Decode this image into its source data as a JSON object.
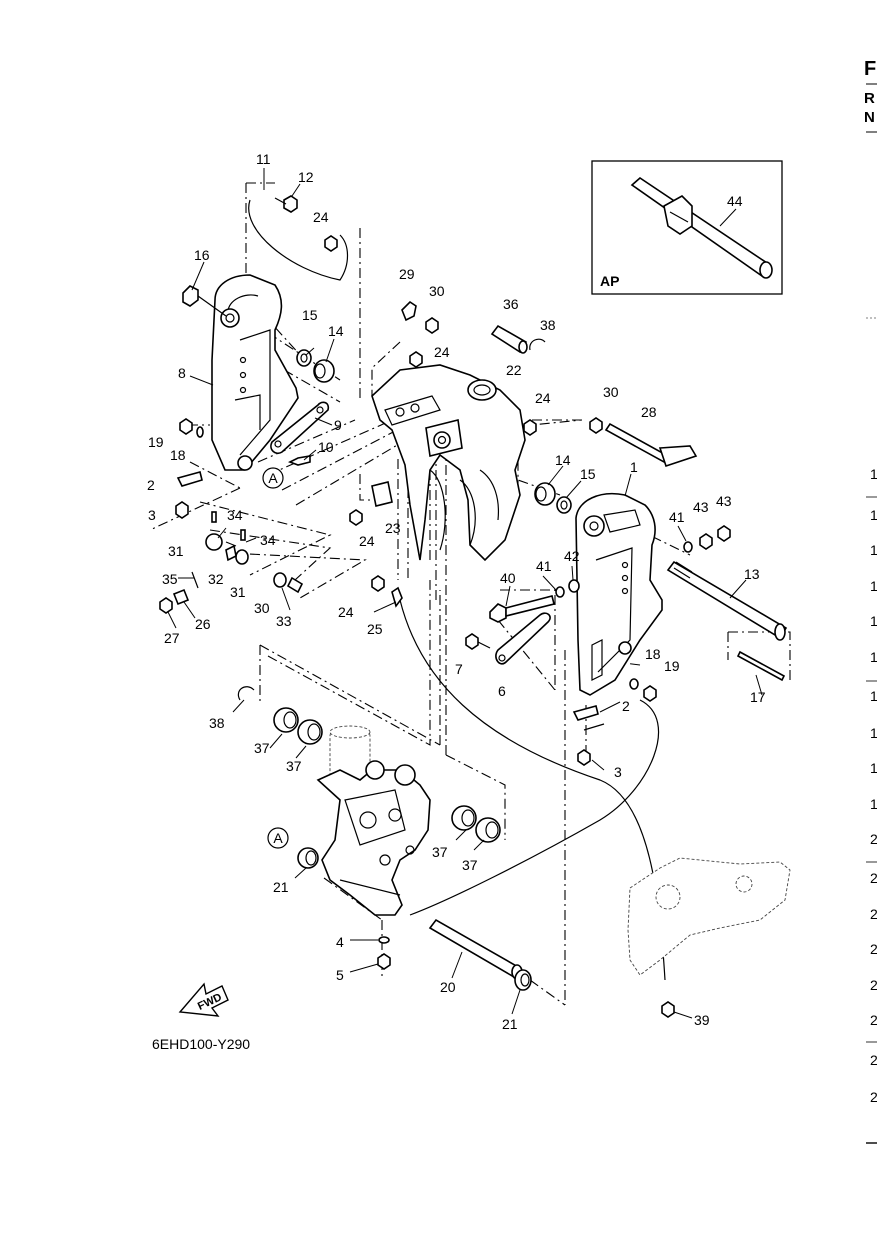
{
  "page": {
    "edge_header": {
      "line1": "F",
      "line2": "R",
      "line3": "N"
    },
    "edge_numbers": [
      "1",
      "1",
      "1",
      "1",
      "1",
      "1",
      "1",
      "1",
      "1",
      "1",
      "2",
      "2",
      "2",
      "2",
      "2",
      "2",
      "2",
      "2"
    ]
  },
  "diagram": {
    "figure_code": "6EHD100-Y290",
    "inset_label": "AP",
    "fwd_label": "FWD",
    "reference_mark": "A",
    "callouts": [
      {
        "id": "c11",
        "label": "11"
      },
      {
        "id": "c12",
        "label": "12"
      },
      {
        "id": "c24a",
        "label": "24"
      },
      {
        "id": "c16",
        "label": "16"
      },
      {
        "id": "c29",
        "label": "29"
      },
      {
        "id": "c30a",
        "label": "30"
      },
      {
        "id": "c36",
        "label": "36"
      },
      {
        "id": "c38a",
        "label": "38"
      },
      {
        "id": "c15a",
        "label": "15"
      },
      {
        "id": "c14a",
        "label": "14"
      },
      {
        "id": "c24b",
        "label": "24"
      },
      {
        "id": "c22",
        "label": "22"
      },
      {
        "id": "c8",
        "label": "8"
      },
      {
        "id": "c24c",
        "label": "24"
      },
      {
        "id": "c30b",
        "label": "30"
      },
      {
        "id": "c28",
        "label": "28"
      },
      {
        "id": "c9",
        "label": "9"
      },
      {
        "id": "c19a",
        "label": "19"
      },
      {
        "id": "c18a",
        "label": "18"
      },
      {
        "id": "c10",
        "label": "10"
      },
      {
        "id": "c1",
        "label": "1"
      },
      {
        "id": "c14b",
        "label": "14"
      },
      {
        "id": "c15b",
        "label": "15"
      },
      {
        "id": "c2a",
        "label": "2"
      },
      {
        "id": "c41a",
        "label": "41"
      },
      {
        "id": "c43a",
        "label": "43"
      },
      {
        "id": "c43b",
        "label": "43"
      },
      {
        "id": "c3a",
        "label": "3"
      },
      {
        "id": "c34a",
        "label": "34"
      },
      {
        "id": "c23",
        "label": "23"
      },
      {
        "id": "c31a",
        "label": "31"
      },
      {
        "id": "c34b",
        "label": "34"
      },
      {
        "id": "c24d",
        "label": "24"
      },
      {
        "id": "c32",
        "label": "32"
      },
      {
        "id": "c13",
        "label": "13"
      },
      {
        "id": "c42",
        "label": "42"
      },
      {
        "id": "c35",
        "label": "35"
      },
      {
        "id": "c31b",
        "label": "31"
      },
      {
        "id": "c41b",
        "label": "41"
      },
      {
        "id": "c40",
        "label": "40"
      },
      {
        "id": "c26",
        "label": "26"
      },
      {
        "id": "c30c",
        "label": "30"
      },
      {
        "id": "c24e",
        "label": "24"
      },
      {
        "id": "c27",
        "label": "27"
      },
      {
        "id": "c33",
        "label": "33"
      },
      {
        "id": "c25",
        "label": "25"
      },
      {
        "id": "c7",
        "label": "7"
      },
      {
        "id": "c18b",
        "label": "18"
      },
      {
        "id": "c19b",
        "label": "19"
      },
      {
        "id": "c6",
        "label": "6"
      },
      {
        "id": "c17",
        "label": "17"
      },
      {
        "id": "c2b",
        "label": "2"
      },
      {
        "id": "c38b",
        "label": "38"
      },
      {
        "id": "c37a",
        "label": "37"
      },
      {
        "id": "c37b",
        "label": "37"
      },
      {
        "id": "c3b",
        "label": "3"
      },
      {
        "id": "c37c",
        "label": "37"
      },
      {
        "id": "c37d",
        "label": "37"
      },
      {
        "id": "c21a",
        "label": "21"
      },
      {
        "id": "c4",
        "label": "4"
      },
      {
        "id": "c5",
        "label": "5"
      },
      {
        "id": "c20",
        "label": "20"
      },
      {
        "id": "c21b",
        "label": "21"
      },
      {
        "id": "c39",
        "label": "39"
      },
      {
        "id": "c44",
        "label": "44"
      }
    ]
  }
}
